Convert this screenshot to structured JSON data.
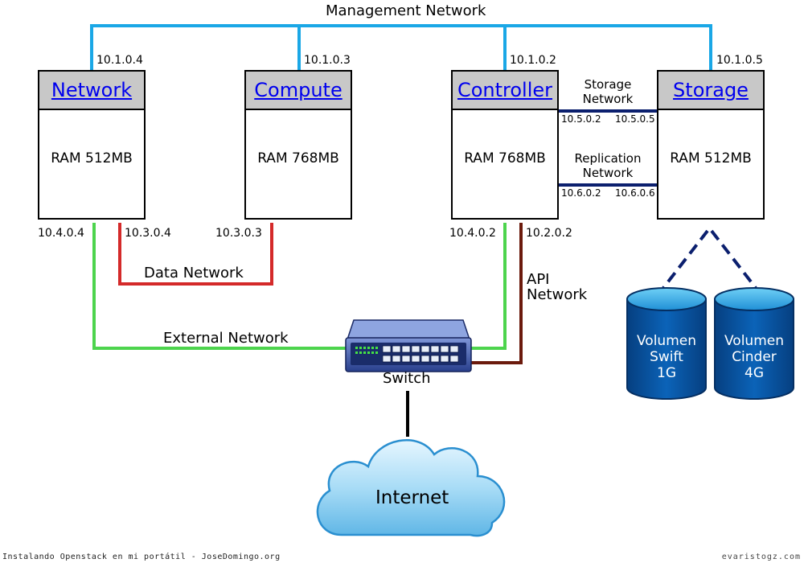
{
  "networks": {
    "management": "Management Network",
    "data": "Data Network",
    "external": "External Network",
    "api_line1": "API",
    "api_line2": "Network",
    "storage_line1": "Storage",
    "storage_line2": "Network",
    "replication_line1": "Replication",
    "replication_line2": "Network"
  },
  "nodes": {
    "network": {
      "name": "Network",
      "ram": "RAM 512MB",
      "mgmt_ip": "10.1.0.4",
      "ext_ip": "10.4.0.4",
      "data_ip": "10.3.0.4"
    },
    "compute": {
      "name": "Compute",
      "ram": "RAM 768MB",
      "mgmt_ip": "10.1.0.3",
      "data_ip": "10.3.0.3"
    },
    "controller": {
      "name": "Controller",
      "ram": "RAM 768MB",
      "mgmt_ip": "10.1.0.2",
      "ext_ip": "10.4.0.2",
      "api_ip": "10.2.0.2",
      "storage_ip": "10.5.0.2",
      "replication_ip": "10.6.0.2"
    },
    "storage": {
      "name": "Storage",
      "ram": "RAM 512MB",
      "mgmt_ip": "10.1.0.5",
      "storage_ip": "10.5.0.5",
      "replication_ip": "10.6.0.6"
    }
  },
  "volumes": [
    {
      "line1": "Volumen",
      "line2": "Swift",
      "line3": "1G"
    },
    {
      "line1": "Volumen",
      "line2": "Cinder",
      "line3": "4G"
    }
  ],
  "switch_label": "Switch",
  "internet_label": "Internet",
  "footer_left": "Instalando Openstack en mi portátil - JoseDomingo.org",
  "footer_right": "evaristogz.com",
  "colors": {
    "management": "#1aa7e6",
    "data": "#d42a2a",
    "external": "#4dd44d",
    "api": "#6b1a0c",
    "storage": "#0b1f6e",
    "volume": "#0a58a8",
    "cloud": "#9ad2f2"
  }
}
